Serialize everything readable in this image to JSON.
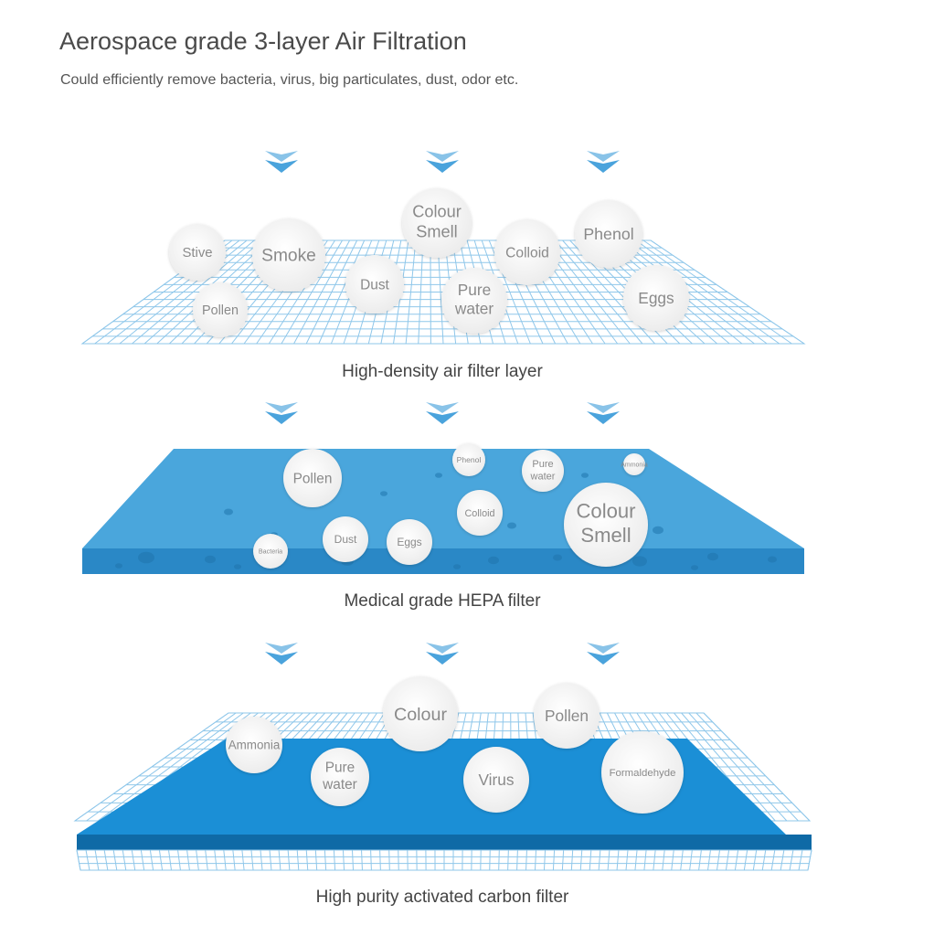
{
  "header": {
    "title": "Aerospace grade 3-layer Air Filtration",
    "subtitle": "Could efficiently remove bacteria, virus, big particulates, dust, odor etc."
  },
  "colors": {
    "grid_line": "#8fc7ea",
    "sponge_top": "#4aa6dc",
    "sponge_side": "#2a88c6",
    "carbon_top": "#1b8fd6",
    "carbon_side": "#0f6aa6",
    "arrow": "#4aa3dc",
    "bubble": "#f7f7f7",
    "bubble_text": "#8a8a8a"
  },
  "layers": [
    {
      "caption": "High-density air filter layer",
      "particles": [
        {
          "line1": "Stive"
        },
        {
          "line1": "Smoke"
        },
        {
          "line1": "Colour",
          "line2": "Smell"
        },
        {
          "line1": "Colloid"
        },
        {
          "line1": "Phenol"
        },
        {
          "line1": "Pollen"
        },
        {
          "line1": "Dust"
        },
        {
          "line1": "Pure",
          "line2": "water"
        },
        {
          "line1": "Eggs"
        }
      ]
    },
    {
      "caption": "Medical grade HEPA filter",
      "particles": [
        {
          "line1": "Pollen"
        },
        {
          "line1": "Phenol"
        },
        {
          "line1": "Pure",
          "line2": "water"
        },
        {
          "line1": "Ammonia"
        },
        {
          "line1": "Colloid"
        },
        {
          "line1": "Colour",
          "line2": "Smell"
        },
        {
          "line1": "Bacteria"
        },
        {
          "line1": "Dust"
        },
        {
          "line1": "Eggs"
        }
      ]
    },
    {
      "caption": "High purity activated carbon filter",
      "particles": [
        {
          "line1": "Colour"
        },
        {
          "line1": "Pollen"
        },
        {
          "line1": "Ammonia"
        },
        {
          "line1": "Pure",
          "line2": "water"
        },
        {
          "line1": "Virus"
        },
        {
          "line1": "Formaldehyde"
        }
      ]
    }
  ]
}
